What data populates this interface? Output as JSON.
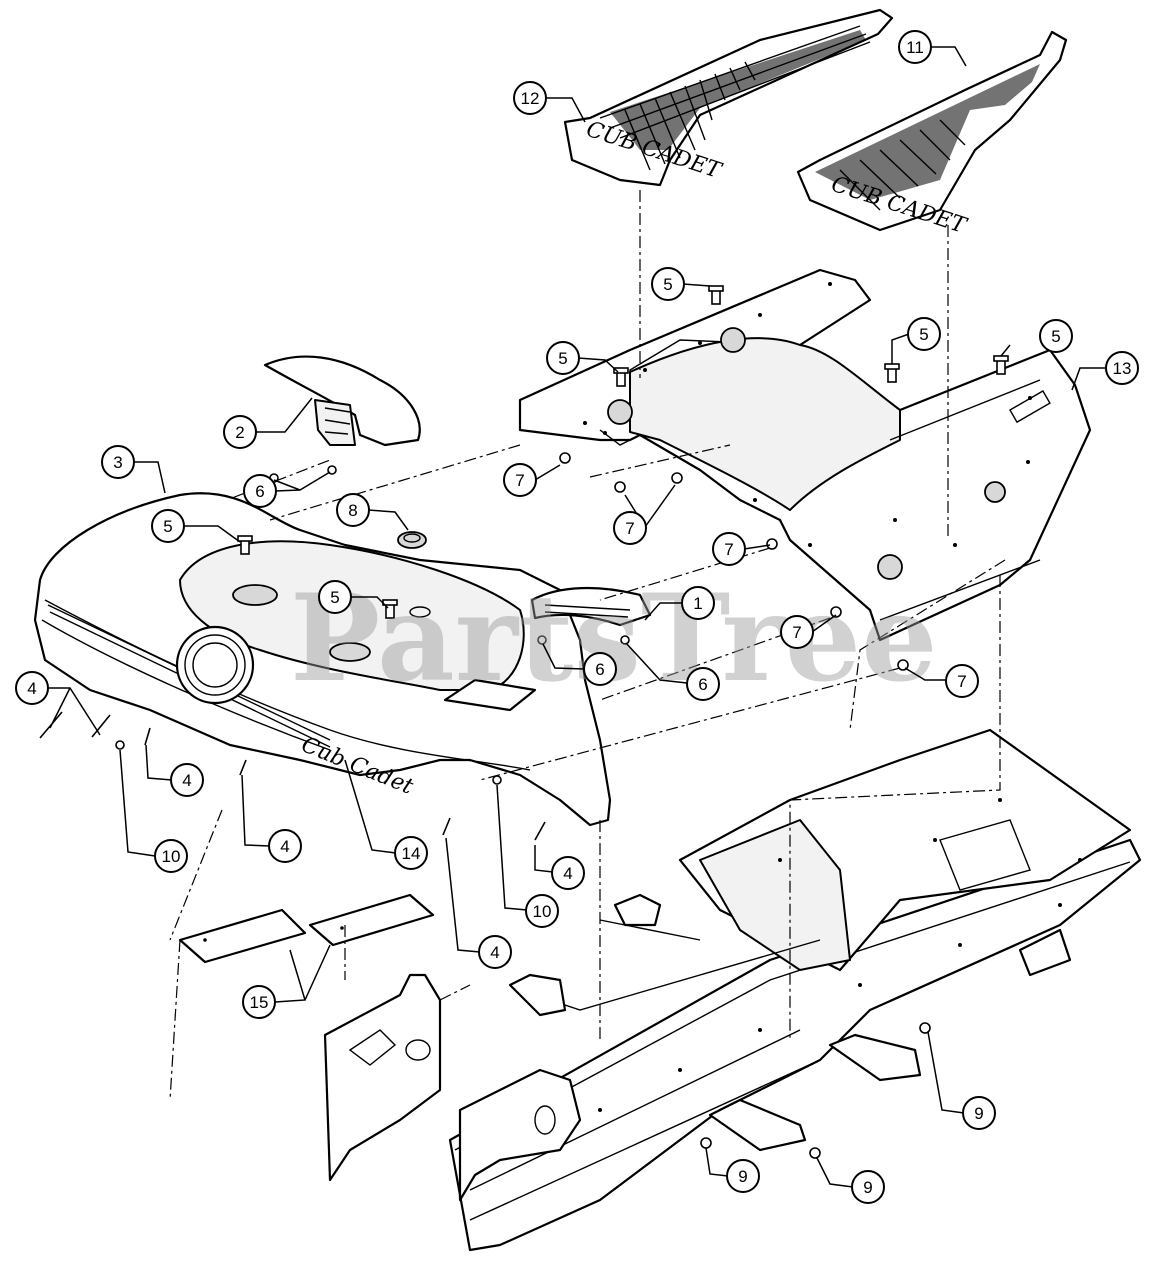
{
  "watermark": {
    "text": "PartsTree"
  },
  "decals": {
    "mat_brand": "CUB CADET",
    "hood_badge": "Cub Cadet"
  },
  "callouts": [
    {
      "label": "12"
    },
    {
      "label": "11"
    },
    {
      "label": "5"
    },
    {
      "label": "5"
    },
    {
      "label": "5"
    },
    {
      "label": "5"
    },
    {
      "label": "13"
    },
    {
      "label": "2"
    },
    {
      "label": "3"
    },
    {
      "label": "6"
    },
    {
      "label": "7"
    },
    {
      "label": "7"
    },
    {
      "label": "8"
    },
    {
      "label": "5"
    },
    {
      "label": "7"
    },
    {
      "label": "5"
    },
    {
      "label": "1"
    },
    {
      "label": "7"
    },
    {
      "label": "6"
    },
    {
      "label": "6"
    },
    {
      "label": "7"
    },
    {
      "label": "4"
    },
    {
      "label": "4"
    },
    {
      "label": "4"
    },
    {
      "label": "10"
    },
    {
      "label": "14"
    },
    {
      "label": "4"
    },
    {
      "label": "10"
    },
    {
      "label": "4"
    },
    {
      "label": "15"
    },
    {
      "label": "9"
    },
    {
      "label": "9"
    },
    {
      "label": "9"
    }
  ]
}
